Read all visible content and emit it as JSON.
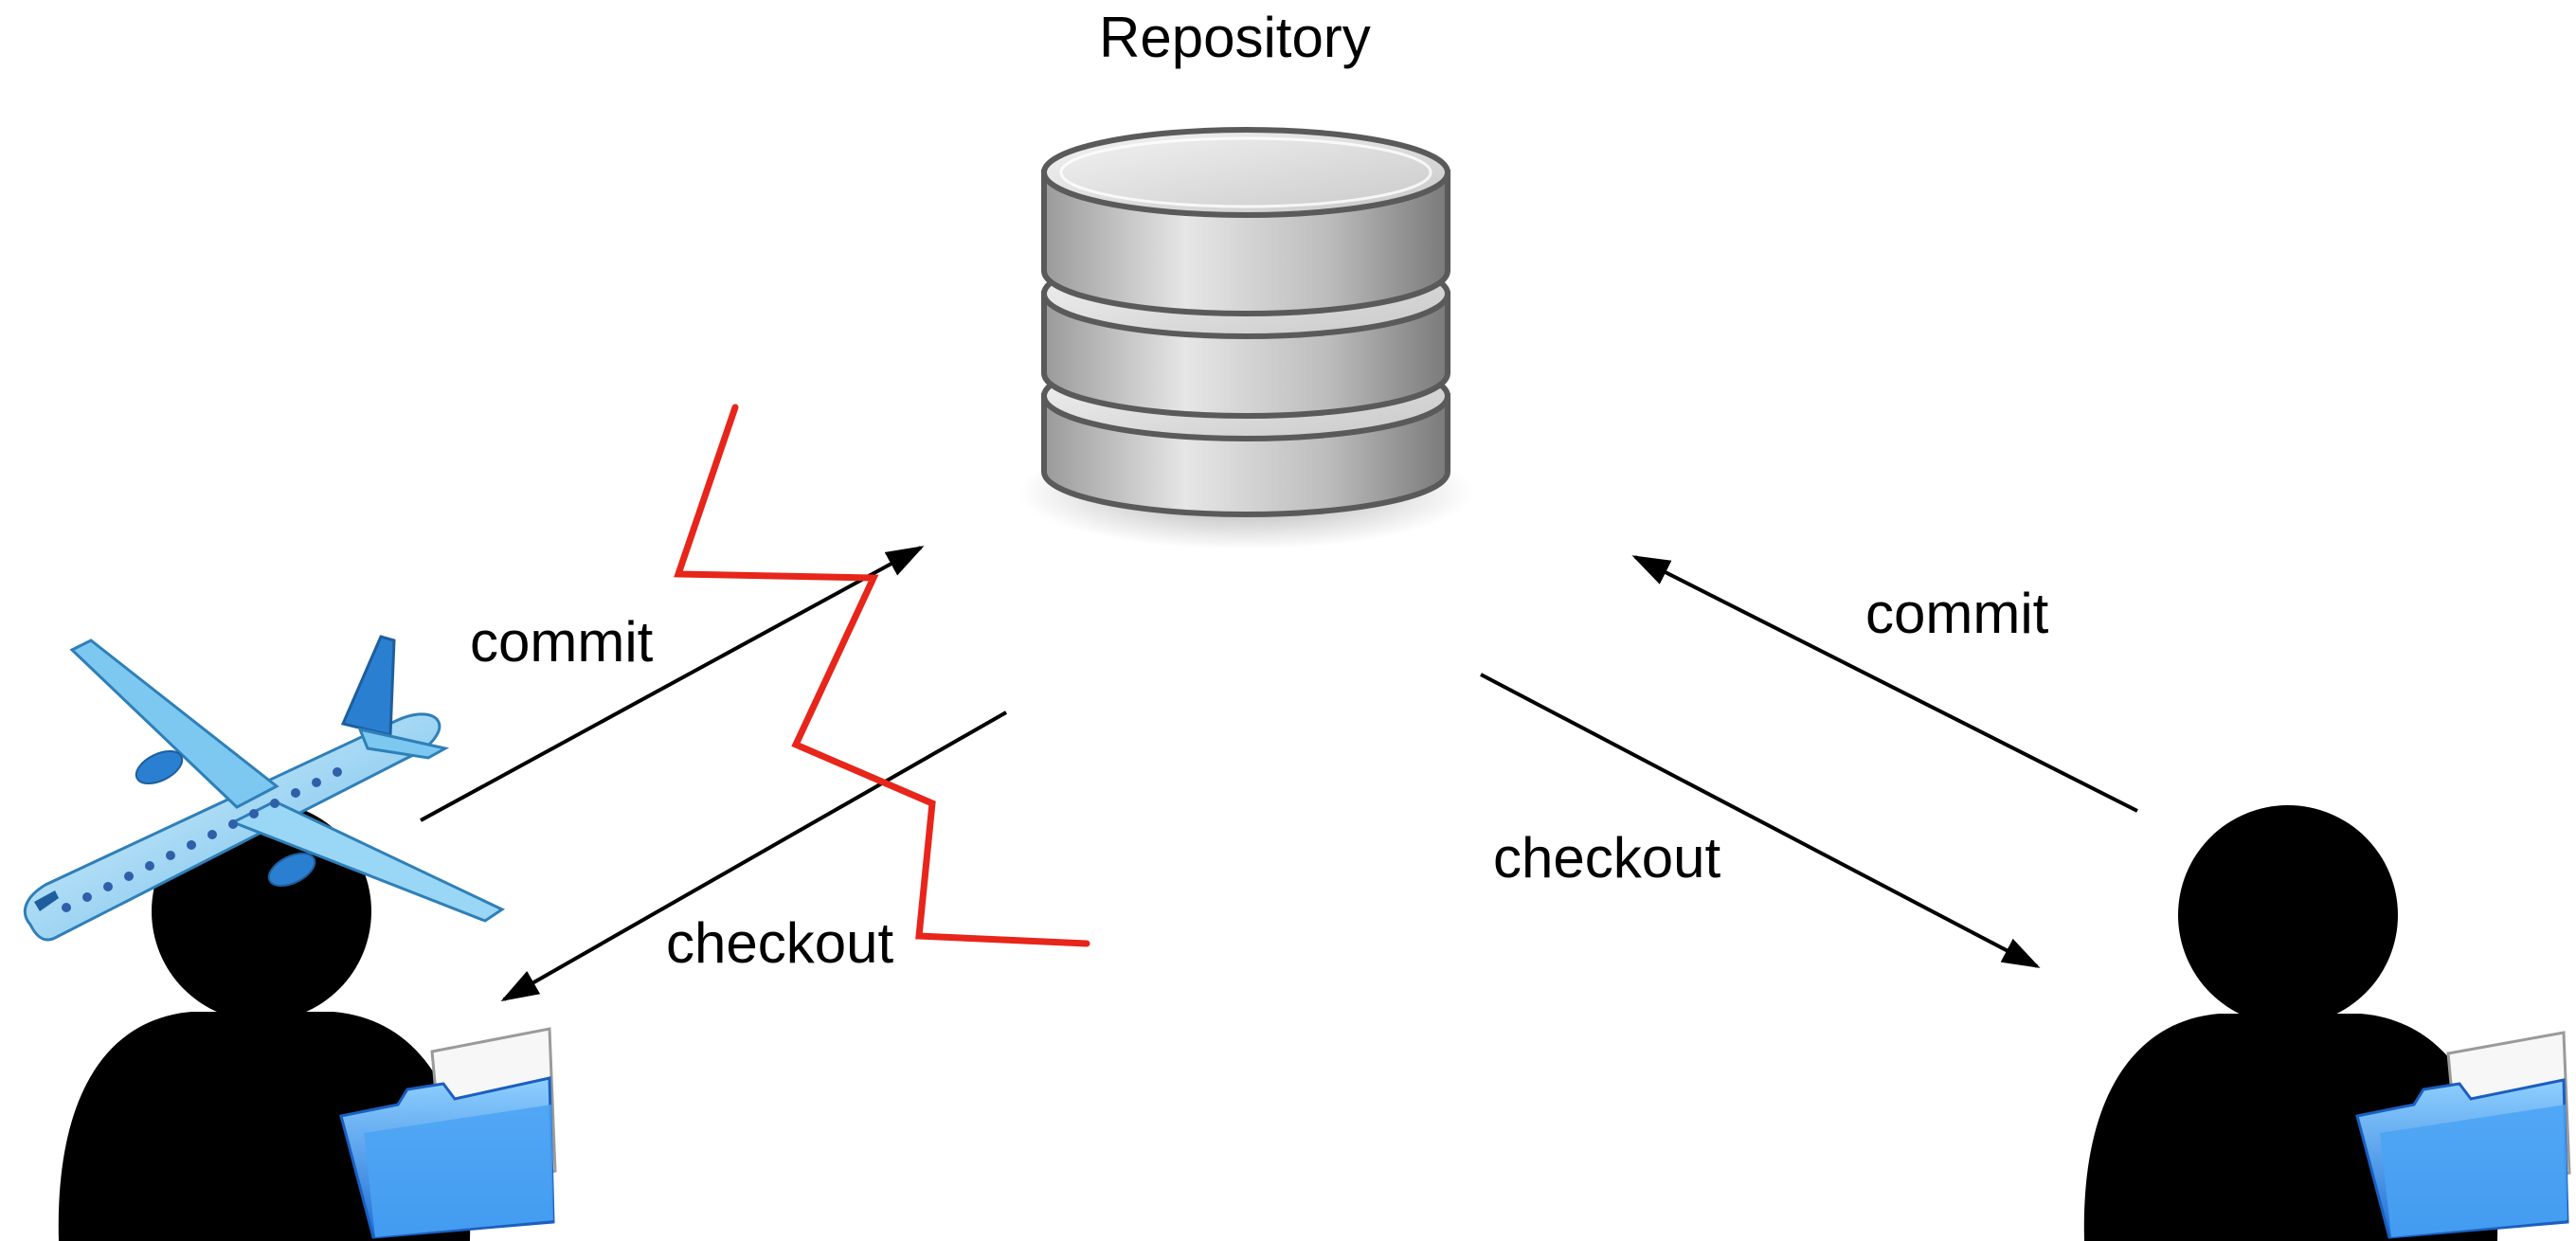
{
  "diagram": {
    "title": "Repository",
    "left_commit_label": "commit",
    "left_checkout_label": "checkout",
    "right_commit_label": "commit",
    "right_checkout_label": "checkout"
  },
  "colors": {
    "arrow": "#000000",
    "break_line": "#e8251a",
    "user": "#000000",
    "folder": "#3a8fe6",
    "airplane": "#7cc8f0",
    "database": "#9a9a9a"
  },
  "icons": {
    "repository": "database-icon",
    "left_user": "user-icon",
    "right_user": "user-icon",
    "left_folder": "folder-icon",
    "right_folder": "folder-icon",
    "travel": "airplane-icon",
    "broken_connection": "lightning-break-icon"
  }
}
